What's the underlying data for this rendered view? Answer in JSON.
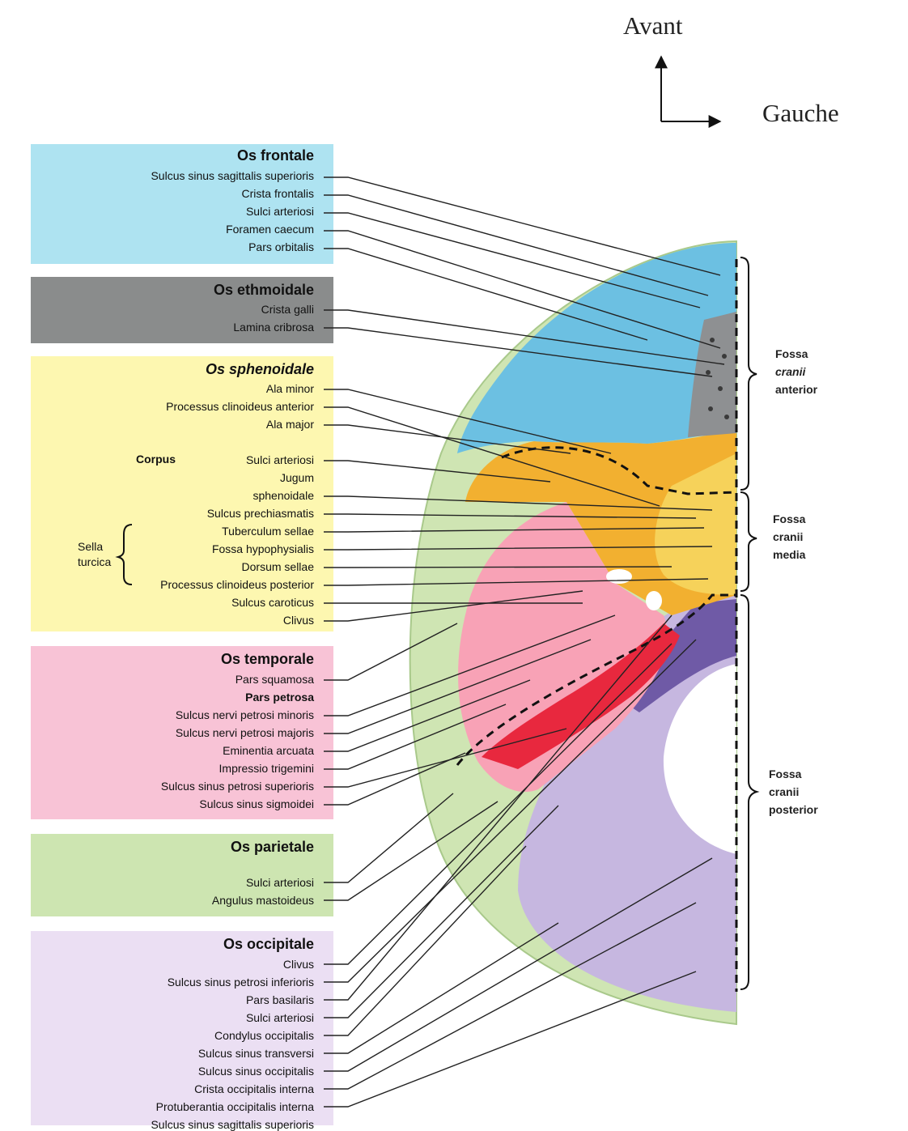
{
  "orientation": {
    "forward": "Avant",
    "left": "Gauche"
  },
  "sections": [
    {
      "id": "frontale",
      "title": "Os frontale",
      "color": "#aee3f1",
      "labels": [
        "Sulcus sinus sagittalis superioris",
        "Crista frontalis",
        "Sulci arteriosi",
        "Foramen caecum",
        "Pars orbitalis"
      ]
    },
    {
      "id": "ethmoidale",
      "title": "Os ethmoidale",
      "color": "#8a8c8c",
      "labels": [
        "Crista galli",
        "Lamina cribrosa"
      ]
    },
    {
      "id": "sphenoidale",
      "title": "Os sphenoidale",
      "color": "#fdf7b0",
      "labels": [
        "Ala minor",
        "Processus clinoideus anterior",
        "Ala major",
        "Sulci arteriosi",
        "Jugum",
        "sphenoidale",
        "Sulcus prechiasmatis",
        "Tuberculum sellae",
        "Fossa hypophysialis",
        "Dorsum sellae",
        "Processus clinoideus posterior",
        "Sulcus caroticus",
        "Clivus"
      ],
      "corpus": "Corpus",
      "sella_1": "Sella",
      "sella_2": "turcica"
    },
    {
      "id": "temporale",
      "title": "Os temporale",
      "color": "#f8c3d6",
      "labels": [
        "Pars squamosa",
        "Pars petrosa",
        "Sulcus nervi petrosi minoris",
        "Sulcus nervi petrosi majoris",
        "Eminentia arcuata",
        "Impressio trigemini",
        "Sulcus sinus petrosi superioris",
        "Sulcus sinus sigmoidei"
      ]
    },
    {
      "id": "parietale",
      "title": "Os parietale",
      "color": "#cde5b1",
      "labels": [
        "Sulci arteriosi",
        "Angulus mastoideus"
      ]
    },
    {
      "id": "occipitale",
      "title": "Os occipitale",
      "color": "#ebdff3",
      "labels": [
        "Clivus",
        "Sulcus sinus petrosi inferioris",
        "Pars basilaris",
        "Sulci arteriosi",
        "Condylus occipitalis",
        "Sulcus sinus transversi",
        "Sulcus sinus occipitalis",
        "Crista occipitalis interna",
        "Protuberantia occipitalis interna",
        "Sulcus sinus sagittalis superioris"
      ]
    }
  ],
  "fossae": {
    "anterior": {
      "line1": "Fossa",
      "line2": "cranii",
      "line3": "anterior"
    },
    "media": {
      "line1": "Fossa",
      "line2": "cranii",
      "line3": "media"
    },
    "posterior": {
      "line1": "Fossa",
      "line2": "cranii",
      "line3": "posterior"
    }
  }
}
